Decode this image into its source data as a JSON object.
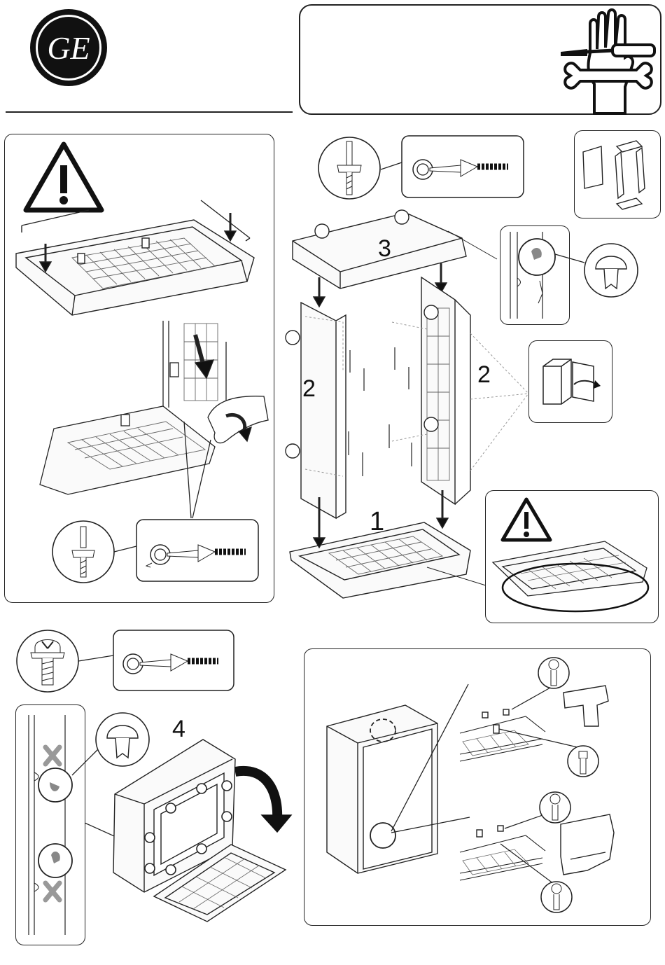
{
  "logo": {
    "text": "GE",
    "icon": "ge-monogram-logo"
  },
  "steps": {
    "bottom": "1",
    "side_left": "2",
    "side_right": "2",
    "top": "3",
    "flip": "4"
  },
  "icons": {
    "warning_top_left": "warning-triangle-icon",
    "warning_right": "warning-triangle-icon",
    "tools": "hand-screwdriver-wrench-icon",
    "parts": "enclosure-parts-icon",
    "screw": "screw-washer-icon",
    "torque": "torque-screwdriver-icon",
    "clip": "plastic-clip-icon",
    "door_fold": "door-fold-icon",
    "wrong": "cross-mark-icon"
  },
  "colors": {
    "line": "#222222",
    "grid": "#555555",
    "mark": "#9a9a9a",
    "fill": "#f2f2f2"
  }
}
